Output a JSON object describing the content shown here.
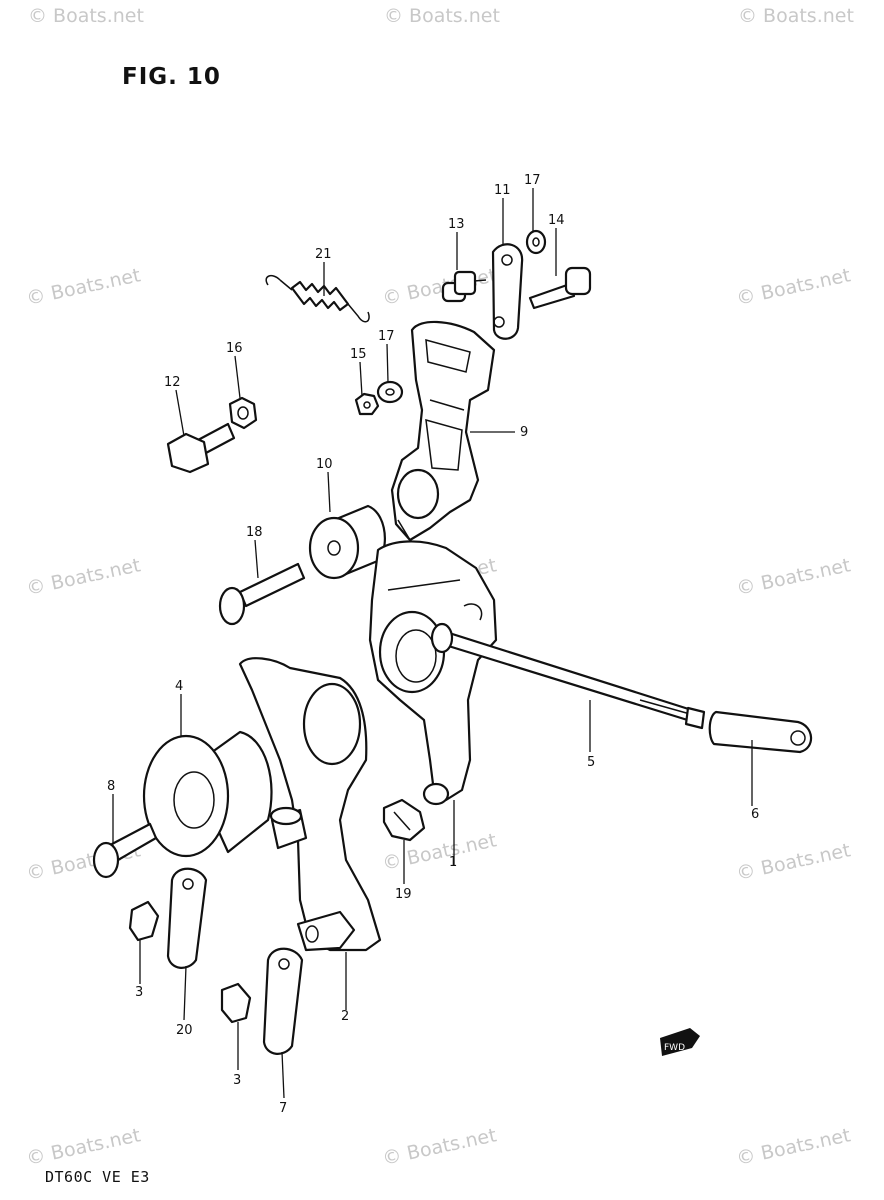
{
  "figure": {
    "title": "FIG. 10",
    "model_code": "DT60C VE E3"
  },
  "watermark": "© Boats.net",
  "front_mark": {
    "text": "FWD",
    "icon": "front-arrow-icon"
  },
  "callouts": [
    "1",
    "2",
    "3",
    "3",
    "4",
    "5",
    "6",
    "7",
    "8",
    "9",
    "10",
    "11",
    "12",
    "13",
    "14",
    "15",
    "16",
    "17",
    "17",
    "18",
    "19",
    "20",
    "21"
  ],
  "parts": [
    "spring",
    "bolt",
    "nut",
    "nut",
    "washer",
    "washer",
    "bolt",
    "bolt",
    "rod-end",
    "lever-bracket",
    "bushing",
    "bolt",
    "collar",
    "lever",
    "link-rod",
    "rod-end",
    "plate",
    "bolt",
    "bushing",
    "clip",
    "clip",
    "cap",
    "cap",
    "clip"
  ]
}
